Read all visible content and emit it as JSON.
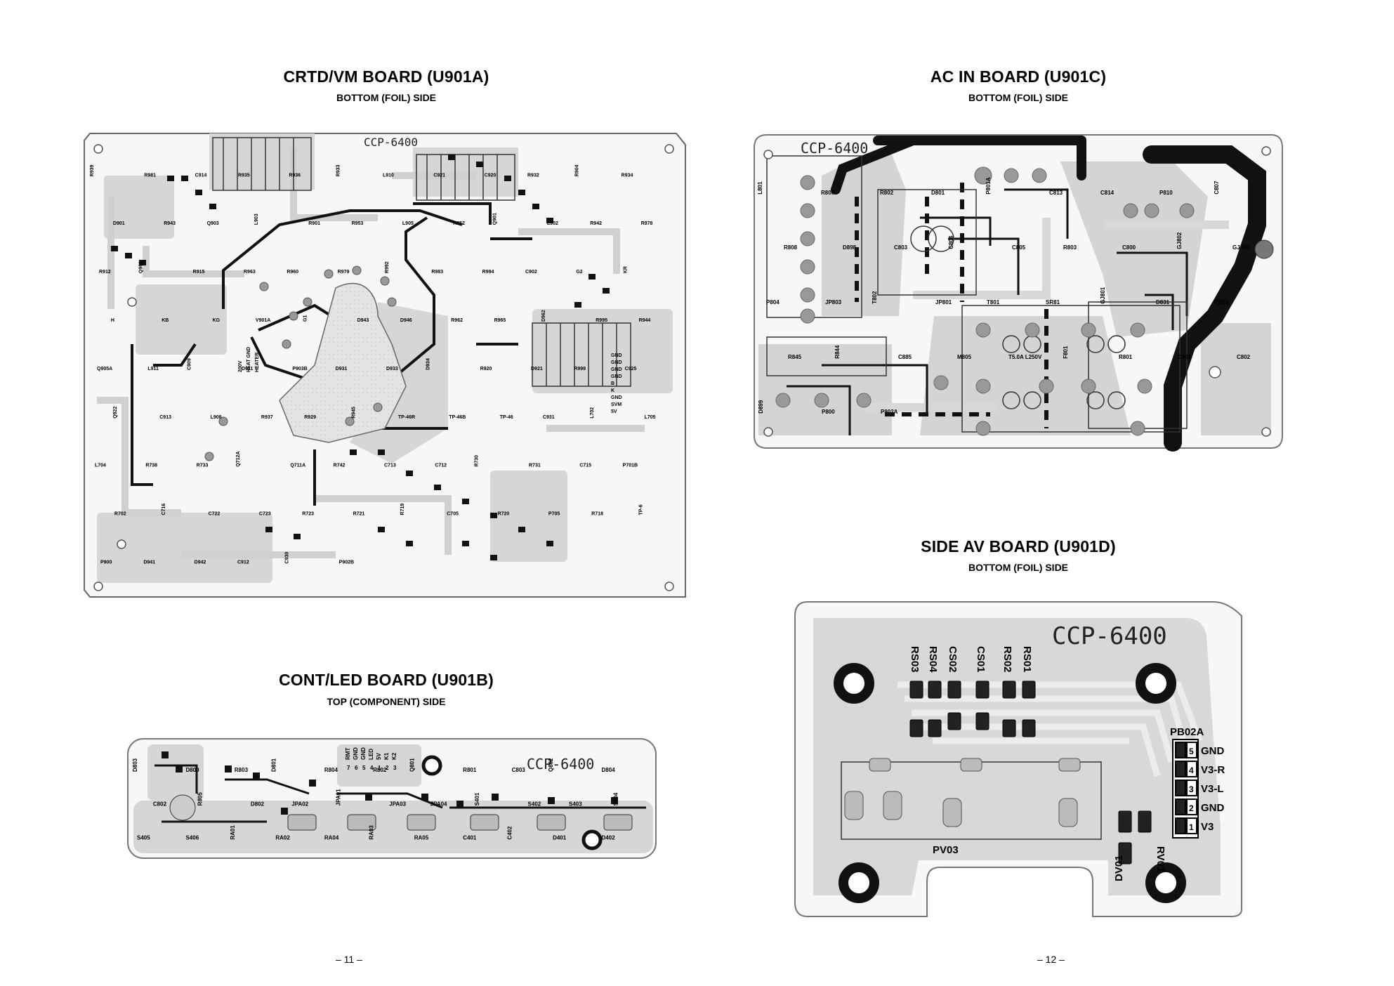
{
  "boards": {
    "crtd_vm": {
      "title": "CRTD/VM BOARD (U901A)",
      "side": "BOTTOM (FOIL) SIDE",
      "model": "CCP-6400",
      "labels": [
        "R939",
        "R981",
        "C914",
        "R935",
        "R936",
        "R933",
        "L910",
        "C921",
        "C920",
        "R932",
        "R904",
        "R934",
        "D901",
        "R943",
        "Q903",
        "L903",
        "R901",
        "R953",
        "L905",
        "R952",
        "Q901",
        "L902",
        "R942",
        "R978",
        "R912",
        "Q902",
        "R915",
        "R963",
        "R960",
        "R979",
        "R992",
        "R983",
        "R994",
        "C902",
        "G2",
        "KR",
        "H",
        "KB",
        "KG",
        "V901A",
        "G1",
        "D943",
        "D946",
        "R962",
        "R965",
        "D962",
        "R995",
        "R944",
        "Q905A",
        "L911",
        "C909",
        "D911",
        "P903B",
        "D931",
        "D933",
        "D934",
        "R920",
        "D921",
        "R999",
        "C925",
        "Q922",
        "C913",
        "L908",
        "R937",
        "R929",
        "R945",
        "TP-46R",
        "TP-46B",
        "TP-46",
        "C931",
        "L702",
        "L705",
        "L704",
        "R738",
        "R733",
        "Q712A",
        "Q711A",
        "R742",
        "C713",
        "C712",
        "R730",
        "R731",
        "C715",
        "P701B",
        "R702",
        "C716",
        "C722",
        "C723",
        "R723",
        "R721",
        "R719",
        "C705",
        "R720",
        "P705",
        "R718",
        "TP-6",
        "P900",
        "D941",
        "D942",
        "C912",
        "C930",
        "P902B"
      ],
      "connector_pins": [
        "GND",
        "GND",
        "GND",
        "GND",
        "B",
        "K",
        "GND",
        "SVM",
        "5V"
      ],
      "heater_labels": [
        "HEATER",
        "HEAT GND",
        "200V"
      ]
    },
    "ac_in": {
      "title": "AC IN BOARD (U901C)",
      "side": "BOTTOM (FOIL) SIDE",
      "model": "CCP-6400",
      "labels": [
        "L801",
        "R800",
        "R802",
        "D801",
        "P801A",
        "C813",
        "C814",
        "P810",
        "C807",
        "R808",
        "D898",
        "C803",
        "C804",
        "C805",
        "R803",
        "C800",
        "GJ802",
        "GJ800",
        "P804",
        "JP803",
        "T802",
        "JP801",
        "T801",
        "SR81",
        "GJ801",
        "D831",
        "Q828",
        "R845",
        "R844",
        "C885",
        "M805",
        "T5.0A L250V",
        "F801",
        "R801",
        "C801",
        "C802",
        "D899",
        "P800",
        "P802A"
      ]
    },
    "cont_led": {
      "title": "CONT/LED BOARD (U901B)",
      "side": "TOP (COMPONENT) SIDE",
      "model": "CCP-6400",
      "labels": [
        "D803",
        "D800",
        "R803",
        "D801",
        "R804",
        "R802",
        "Q801",
        "R801",
        "C803",
        "Q802",
        "D804",
        "C802",
        "R805",
        "D802",
        "JPA02",
        "JPA01",
        "JPA03",
        "JPA04",
        "S401",
        "S402",
        "S403",
        "S404",
        "S405",
        "S406",
        "RA01",
        "RA02",
        "RA04",
        "RA03",
        "RA05",
        "C401",
        "C402",
        "D401",
        "D402"
      ],
      "pins": [
        "RMT",
        "GND",
        "GND",
        "LED",
        "5V",
        "K1",
        "K2"
      ],
      "pin_numbers": [
        "7",
        "6",
        "5",
        "4",
        "1",
        "2",
        "3"
      ]
    },
    "side_av": {
      "title": "SIDE AV BOARD (U901D)",
      "side": "BOTTOM (FOIL) SIDE",
      "model": "CCP-6400",
      "top_labels": [
        "RS03",
        "RS04",
        "CS02",
        "CS01",
        "RS02",
        "RS01"
      ],
      "connector": "PB02A",
      "pins": [
        {
          "num": "5",
          "name": "GND"
        },
        {
          "num": "4",
          "name": "V3-R"
        },
        {
          "num": "3",
          "name": "V3-L"
        },
        {
          "num": "2",
          "name": "GND"
        },
        {
          "num": "1",
          "name": "V3"
        }
      ],
      "jack": "PV03",
      "diode": "DV01",
      "resistor": "RV01"
    }
  },
  "page_numbers": {
    "left": "– 11 –",
    "right": "– 12 –"
  }
}
